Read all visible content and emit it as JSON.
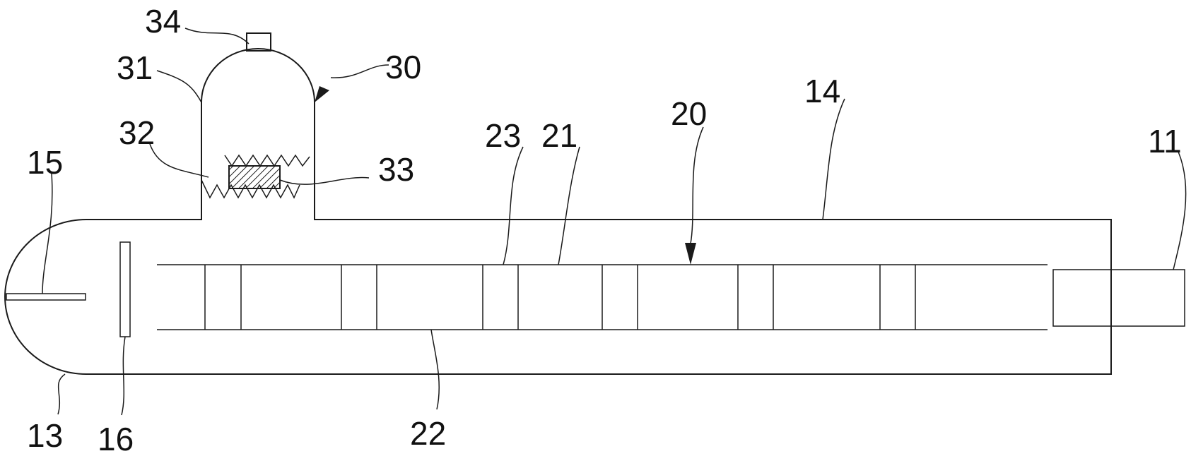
{
  "figure": {
    "labels": {
      "l34": "34",
      "l31": "31",
      "l30": "30",
      "l14": "14",
      "l32": "32",
      "l20": "20",
      "l23": "23",
      "l21": "21",
      "l15": "15",
      "l33": "33",
      "l11": "11",
      "l13": "13",
      "l16": "16",
      "l22": "22"
    },
    "colors": {
      "line": "#1a1a1a",
      "text": "#111111",
      "background": "#ffffff"
    }
  }
}
